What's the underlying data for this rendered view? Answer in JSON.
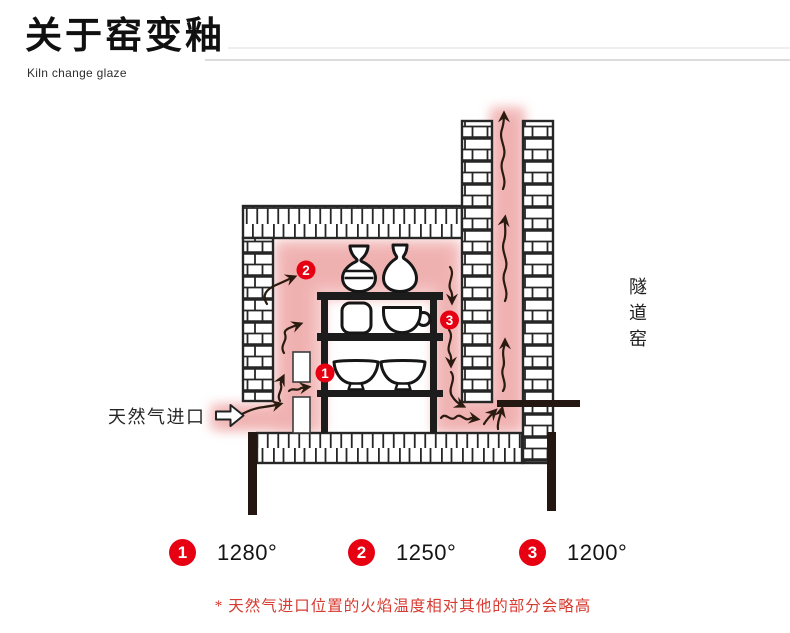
{
  "header": {
    "title": "关于窑变釉",
    "subtitle": "Kiln change glaze"
  },
  "diagram": {
    "gas_inlet_label": "天然气进口",
    "kiln_type_label": "隧道窑",
    "markers": [
      {
        "num": "1",
        "temp": "1280°"
      },
      {
        "num": "2",
        "temp": "1250°"
      },
      {
        "num": "3",
        "temp": "1200°"
      }
    ]
  },
  "footnote": "* 天然气进口位置的火焰温度相对其他的部分会略高",
  "colors": {
    "accent_red": "#e60012",
    "flame_pink": "#eeabab",
    "flame_pink_light": "#f7cdcd",
    "footnote_red": "#d63a30",
    "brick_line": "#262626",
    "wood_dark": "#241712"
  }
}
